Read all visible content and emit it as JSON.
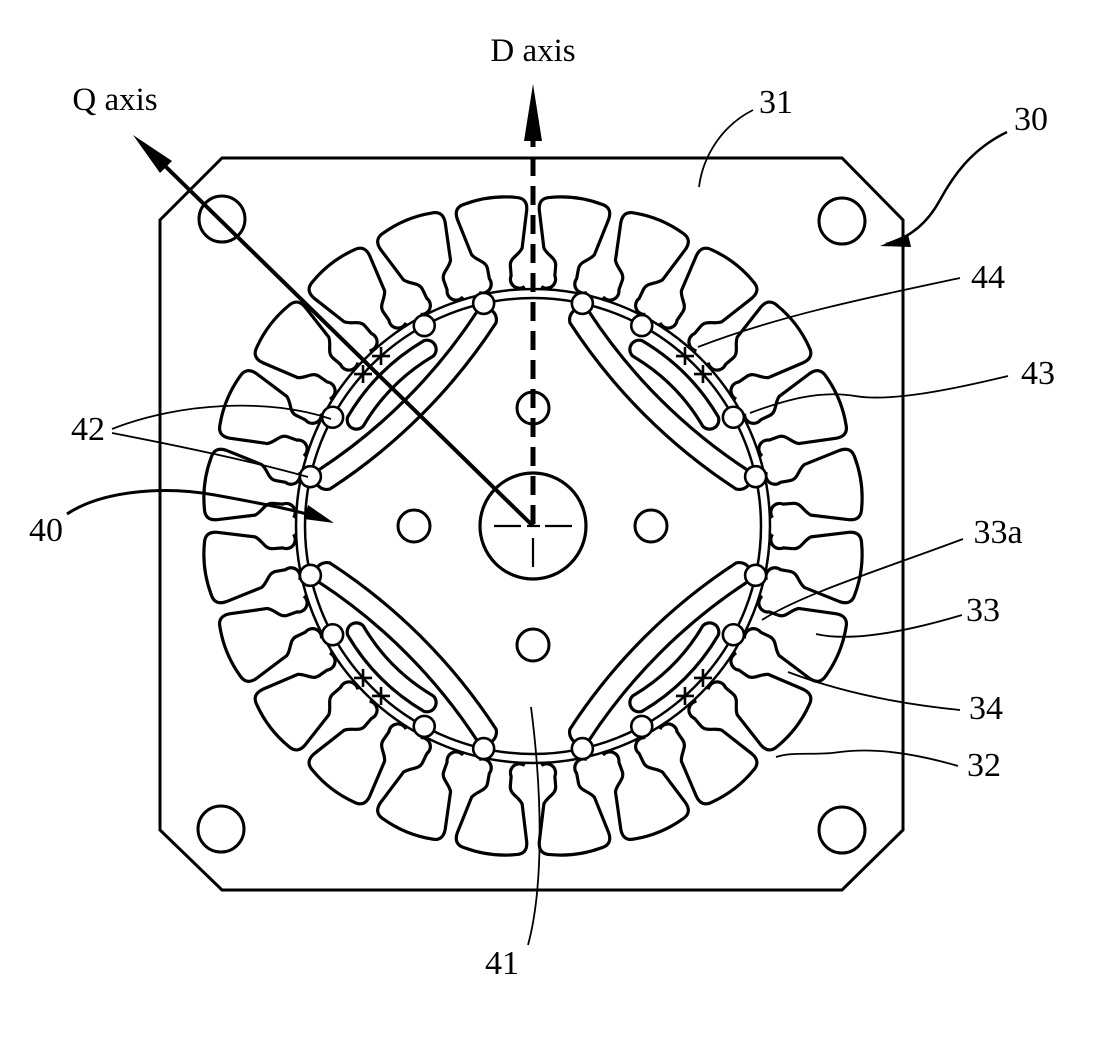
{
  "colors": {
    "ink": "#000000",
    "paper": "#ffffff"
  },
  "labels": {
    "d_axis": "D axis",
    "q_axis": "Q axis",
    "n30": "30",
    "n31": "31",
    "n32": "32",
    "n33": "33",
    "n33a": "33a",
    "n34": "34",
    "n40": "40",
    "n41": "41",
    "n42": "42",
    "n43": "43",
    "n44": "44"
  }
}
